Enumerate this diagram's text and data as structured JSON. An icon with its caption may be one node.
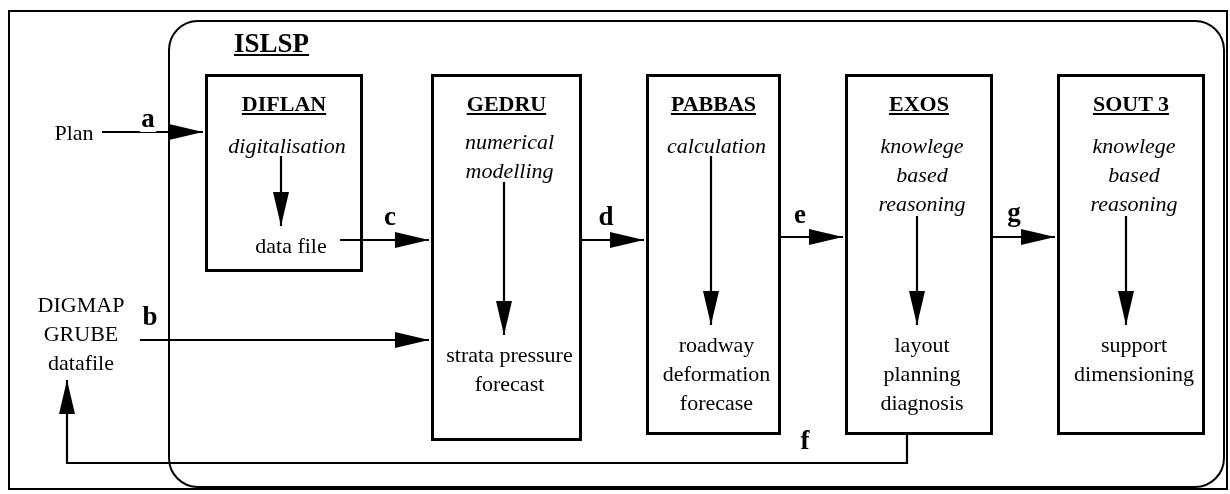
{
  "diagram": {
    "nodes": [
      {
        "text": [
          "ISLSP"
        ]
      },
      {
        "text": [
          "DIFLAN"
        ],
        "in": 0
      },
      {
        "text": [
          "digitalisation"
        ],
        "in": 1
      },
      {
        "text": [
          "data file"
        ],
        "in": 1
      },
      {
        "text": [
          "GEDRU"
        ],
        "in": 0
      },
      {
        "text": [
          "numerical modelling"
        ],
        "in": 4
      },
      {
        "text": [
          "strata pressure forecast"
        ],
        "in": 4
      },
      {
        "text": [
          "PABBAS"
        ],
        "in": 0
      },
      {
        "text": [
          "calculation"
        ],
        "in": 7
      },
      {
        "text": [
          "roadway deformation forecase"
        ],
        "in": 7
      },
      {
        "text": [
          "EXOS"
        ],
        "in": 0
      },
      {
        "text": [
          "knowlege based reasoning"
        ],
        "in": 10
      },
      {
        "text": [
          "layout planning diagnosis"
        ],
        "in": 10
      },
      {
        "text": [
          "SOUT 3"
        ],
        "in": 0
      },
      {
        "text": [
          "knowlege based reasoning"
        ],
        "in": 13
      },
      {
        "text": [
          "support dimensioning"
        ],
        "in": 13
      },
      {
        "text": [
          "Plan"
        ]
      },
      {
        "text": [
          "DIGMAP GRUBE datafile"
        ]
      }
    ],
    "edges": [
      {
        "from": 16,
        "to": 1,
        "arrow": "to",
        "label": "a"
      },
      {
        "from": 17,
        "to": 4,
        "arrow": "to",
        "label": "b"
      },
      {
        "from": 3,
        "to": 4,
        "arrow": "to",
        "label": "c"
      },
      {
        "from": 4,
        "to": 7,
        "arrow": "to",
        "label": "d"
      },
      {
        "from": 7,
        "to": 10,
        "arrow": "to",
        "label": "e"
      },
      {
        "from": 10,
        "to": 17,
        "arrow": "to",
        "label": "f"
      },
      {
        "from": 10,
        "to": 13,
        "arrow": "to",
        "label": "g"
      },
      {
        "from": 2,
        "to": 3,
        "arrow": "to"
      },
      {
        "from": 5,
        "to": 6,
        "arrow": "to"
      },
      {
        "from": 8,
        "to": 9,
        "arrow": "to"
      },
      {
        "from": 11,
        "to": 12,
        "arrow": "to"
      },
      {
        "from": 14,
        "to": 15,
        "arrow": "to"
      }
    ]
  }
}
